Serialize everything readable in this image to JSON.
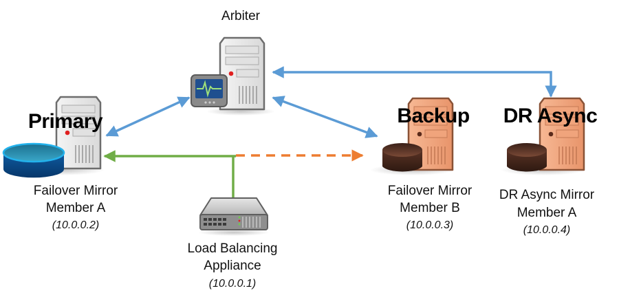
{
  "diagram": {
    "title": "Mirror deployment with load balancing appliance",
    "colors": {
      "arbiter_link": "#5b9bd5",
      "active_link": "#70ad47",
      "failover_link": "#ed7d31",
      "primary_disk": "#0d4f8b",
      "primary_disk_top": "#1a9bd7",
      "backup_server": "#f4a57a",
      "backup_disk": "#4a2a1e"
    },
    "nodes": {
      "arbiter": {
        "label": "Arbiter"
      },
      "primary": {
        "role": "Primary",
        "name_line1": "Failover Mirror",
        "name_line2": "Member A",
        "ip": "(10.0.0.2)"
      },
      "backup": {
        "role": "Backup",
        "name_line1": "Failover Mirror",
        "name_line2": "Member B",
        "ip": "(10.0.0.3)"
      },
      "dr_async": {
        "role": "DR Async",
        "name_line1": "DR Async Mirror",
        "name_line2": "Member A",
        "ip": "(10.0.0.4)"
      },
      "load_balancer": {
        "name_line1": "Load Balancing",
        "name_line2": "Appliance",
        "ip": "(10.0.0.1)"
      }
    },
    "edges": [
      {
        "from": "arbiter",
        "to": "primary",
        "style": "solid",
        "color": "arbiter_link",
        "arrows": "both"
      },
      {
        "from": "arbiter",
        "to": "backup",
        "style": "solid",
        "color": "arbiter_link",
        "arrows": "both"
      },
      {
        "from": "arbiter",
        "to": "dr_async",
        "style": "solid",
        "color": "arbiter_link",
        "arrows": "both"
      },
      {
        "from": "load_balancer",
        "to": "primary",
        "style": "solid",
        "color": "active_link",
        "arrows": "end"
      },
      {
        "from": "load_balancer",
        "to": "backup",
        "style": "dashed",
        "color": "failover_link",
        "arrows": "end"
      }
    ]
  }
}
